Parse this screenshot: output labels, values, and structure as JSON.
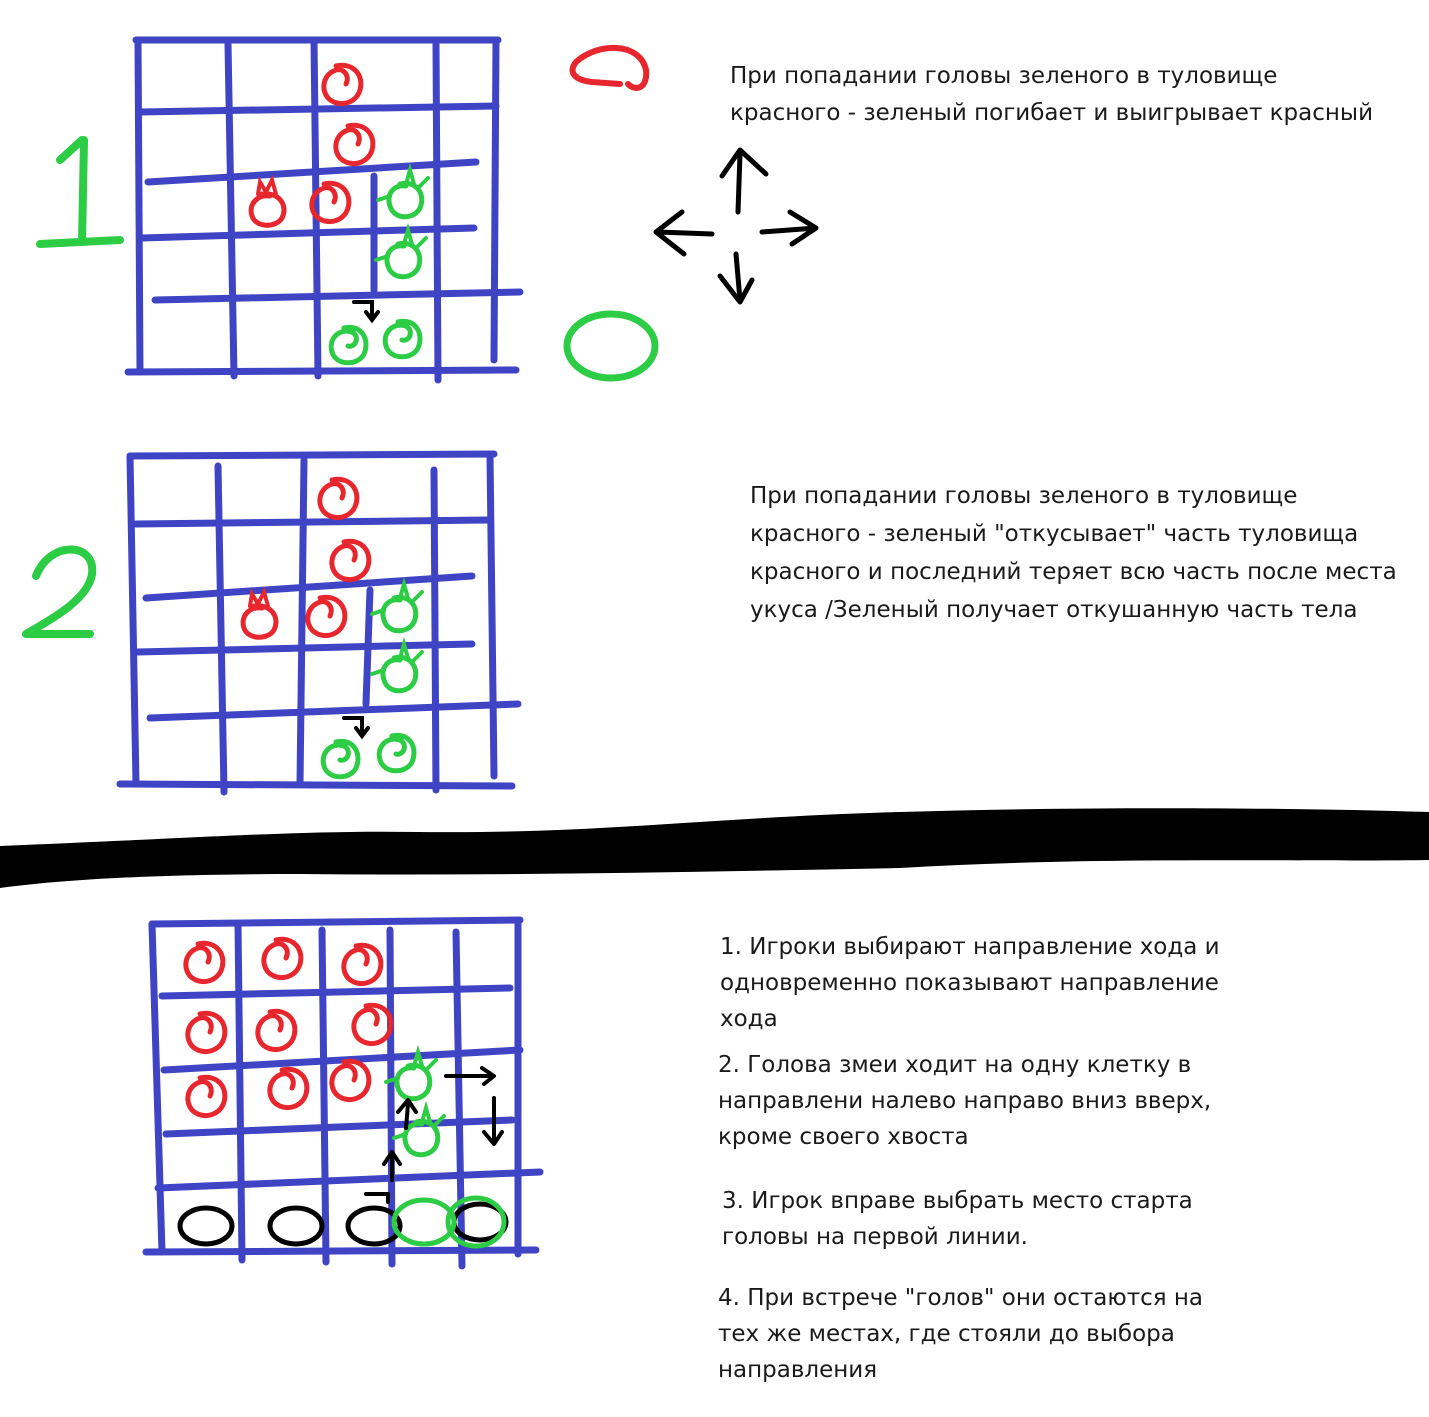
{
  "colors": {
    "grid": "#3f44c4",
    "red_snake": "#e8262d",
    "green_snake": "#2ccc45",
    "ink": "#000000"
  },
  "icons": [
    "direction-arrows-icon",
    "red-player-token-icon",
    "green-player-token-icon"
  ],
  "scenario1": {
    "label": "1",
    "rule_lines": [
      "При попадании головы зеленого в туловище",
      "красного - зеленый погибает и выигрывает красный"
    ]
  },
  "scenario2": {
    "label": "2",
    "rule_lines": [
      "При попадании головы зеленого в туловище",
      "красного - зеленый \"откусывает\" часть туловища",
      "красного и последний теряет всю часть после места",
      "укуса /Зеленый получает откушанную часть тела"
    ]
  },
  "rules": [
    {
      "lines": [
        "1. Игроки выбирают направление хода и",
        "одновременно показывают направление",
        "хода"
      ]
    },
    {
      "lines": [
        "2. Голова змеи ходит на одну клетку в",
        "направлени налево направо вниз вверх,",
        "кроме своего хвоста"
      ]
    },
    {
      "lines": [
        "3. Игрок вправе выбрать место старта",
        "головы на первой линии."
      ]
    },
    {
      "lines": [
        "4. При встрече \"голов\" они остаются на",
        "тех же местах, где стояли до выбора",
        "направления"
      ]
    }
  ]
}
